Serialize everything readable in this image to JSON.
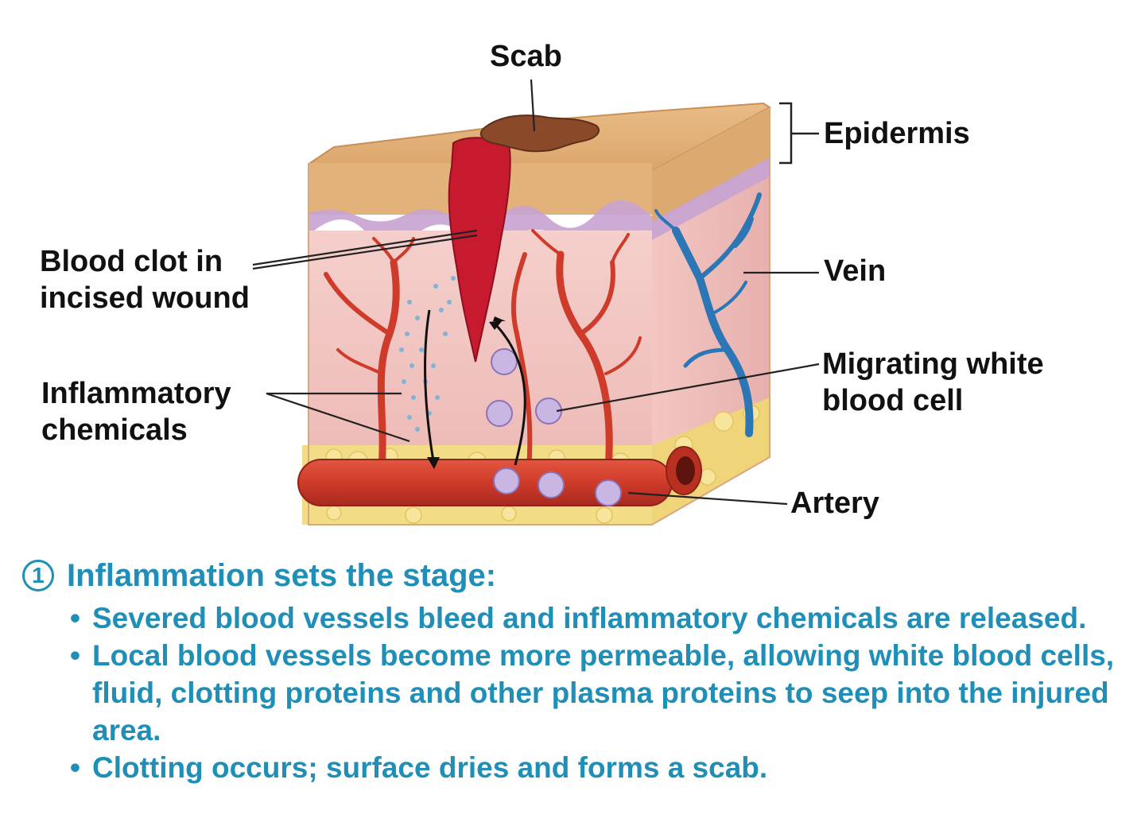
{
  "labels": {
    "scab": "Scab",
    "epidermis": "Epidermis",
    "blood_clot_line1": "Blood clot in",
    "blood_clot_line2": "incised wound",
    "vein": "Vein",
    "inflammatory_line1": "Inflammatory",
    "inflammatory_line2": "chemicals",
    "migrating_line1": "Migrating white",
    "migrating_line2": "blood cell",
    "artery": "Artery"
  },
  "caption": {
    "step_number": "1",
    "title": "Inflammation sets the stage:",
    "bullet_char": "•",
    "bullets": [
      "Severed blood vessels bleed and inflammatory chemicals are released.",
      "Local blood vessels become more permeable, allowing white blood cells, fluid, clotting proteins and other plasma proteins to seep into the injured area.",
      "Clotting occurs; surface dries and forms a scab."
    ]
  },
  "colors": {
    "caption_text": "#1f8fb8",
    "epidermis": "#e3b27a",
    "dermis": "#f2c7c4",
    "basal_layer": "#c6a3d2",
    "fat": "#f3dc86",
    "artery": "#cf3b2a",
    "vein": "#2b77b6",
    "clot": "#c81a2e",
    "scab": "#8a4a2a",
    "wbc": "#b9a3d6"
  }
}
